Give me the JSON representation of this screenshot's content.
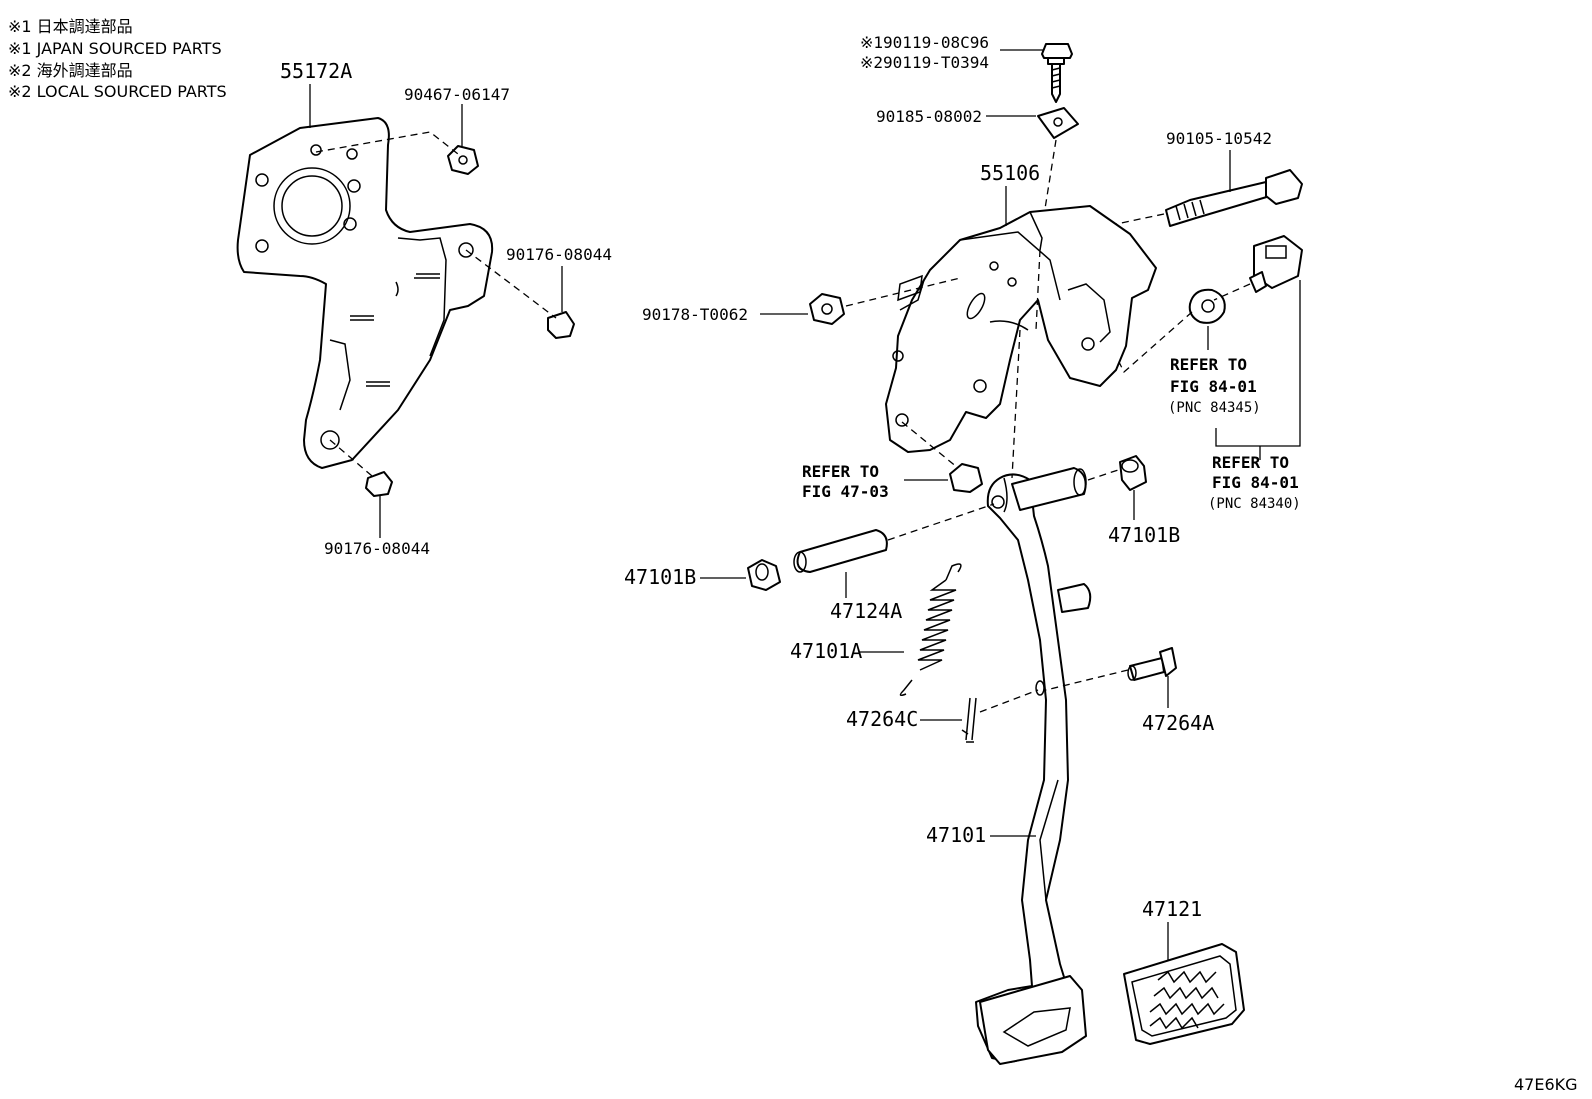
{
  "notes": [
    "※1 日本調達部品",
    "※1 JAPAN SOURCED PARTS",
    "※2 海外調達部品",
    "※2 LOCAL SOURCED PARTS"
  ],
  "parts": {
    "p55172A": "55172A",
    "p90467_06147": "90467-06147",
    "p90176_08044_top": "90176-08044",
    "p90176_08044_bottom": "90176-08044",
    "p90119_08C96": "※190119-08C96",
    "p90119_T0394": "※290119-T0394",
    "p90185_08002": "90185-08002",
    "p90105_10542": "90105-10542",
    "p55106": "55106",
    "p90178_T0062": "90178-T0062",
    "p47101B_right": "47101B",
    "p47101B_left": "47101B",
    "p47124A": "47124A",
    "p47101A": "47101A",
    "p47264C": "47264C",
    "p47264A": "47264A",
    "p47101": "47101",
    "p47121": "47121"
  },
  "references": {
    "fig47": {
      "line1": "REFER TO",
      "line2": "FIG 47-03"
    },
    "fig84_a": {
      "line1": "REFER TO",
      "line2": "FIG 84-01",
      "line3": "(PNC 84345)"
    },
    "fig84_b": {
      "line1": "REFER TO",
      "line2": "FIG 84-01",
      "line3": "(PNC 84340)"
    }
  },
  "diagram_code": "47E6KG"
}
